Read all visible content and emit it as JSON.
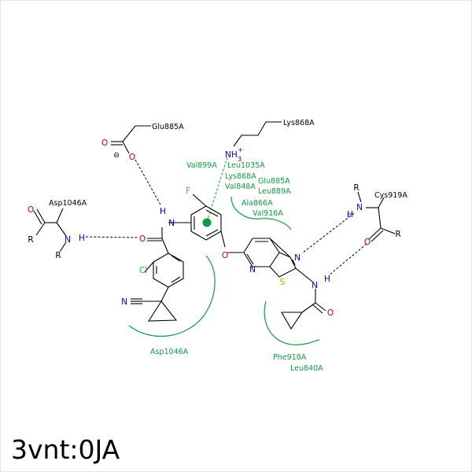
{
  "title": "3vnt:0JA",
  "colors": {
    "residue_label": "#119942",
    "residue_arc": "#119942",
    "nitrogen": "#0000cc",
    "oxygen": "#cc0000",
    "fluorine": "#32cd32",
    "chlorine": "#22bb22",
    "sulfur": "#b8a000",
    "carbon": "#000000"
  },
  "atoms": {
    "O": "O",
    "N": "N",
    "H": "H",
    "R": "R",
    "F": "F",
    "Cl": "Cl",
    "S": "S",
    "NH3": "NH",
    "NH3_sub": "3",
    "NH3_sup": "+",
    "minus": "⊖"
  },
  "residues": {
    "glu885_carboxylate": "Glu885A",
    "lys868_side": "Lys868A",
    "asp1046_backbone": "Asp1046A",
    "cys919_backbone": "Cys919A",
    "val899": "Val899A",
    "leu1035": "Leu1035A",
    "lys868_contact": "Lys868A",
    "val848": "Val848A",
    "glu885_contact": "Glu885A",
    "leu889": "Leu889A",
    "ala866": "Ala866A",
    "val916": "Val916A",
    "asp1046_contact": "Asp1046A",
    "phe918": "Phe918A",
    "leu840": "Leu840A"
  }
}
